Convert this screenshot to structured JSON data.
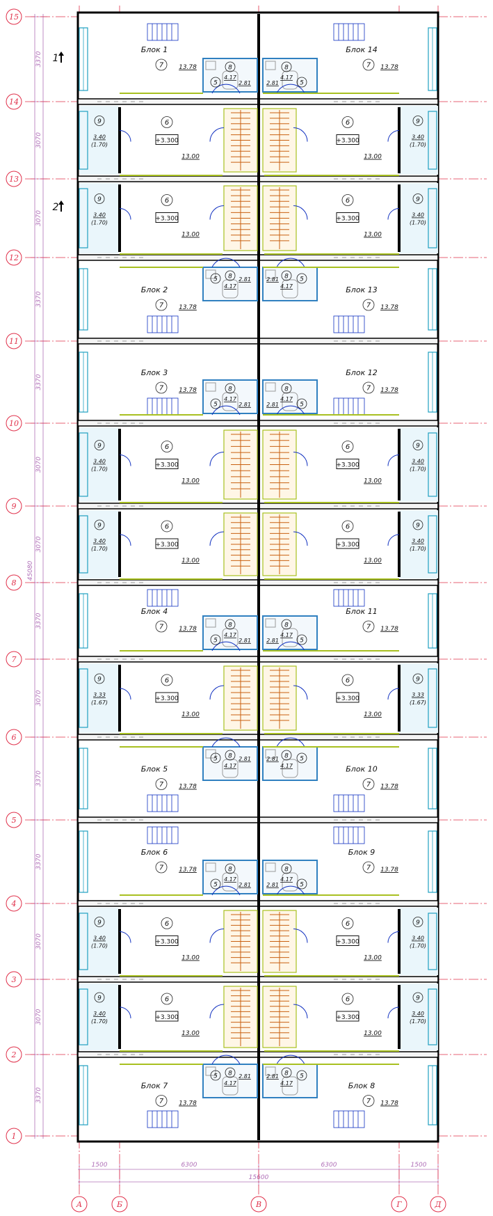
{
  "row_axes": [
    "1",
    "2",
    "3",
    "4",
    "5",
    "6",
    "7",
    "8",
    "9",
    "10",
    "11",
    "12",
    "13",
    "14",
    "15"
  ],
  "col_axes": [
    "А",
    "Б",
    "В",
    "Г",
    "Д"
  ],
  "row_dims": [
    "3370",
    "3070",
    "3070",
    "3370",
    "3370",
    "3070",
    "3370",
    "3070",
    "3070",
    "3370",
    "3370",
    "3070",
    "3070",
    "3370"
  ],
  "total_height_dim": "45080",
  "bottom_dims": [
    "1500",
    "6300",
    "6300",
    "1500"
  ],
  "total_width_dim": "15600",
  "section_marks": [
    {
      "label": "1"
    },
    {
      "label": "2"
    }
  ],
  "units": [
    {
      "row": 0,
      "side": "L",
      "type": "block",
      "name": "Блок 7",
      "room": "7",
      "area": "13.78",
      "bath": "8",
      "bath_area": "4.17",
      "hall": "5",
      "hall_area": "2.81"
    },
    {
      "row": 0,
      "side": "R",
      "type": "block",
      "name": "Блок 8",
      "room": "7",
      "area": "13.78",
      "bath": "8",
      "bath_area": "4.17",
      "hall": "5",
      "hall_area": "2.81"
    },
    {
      "row": 1,
      "side": "L",
      "type": "living",
      "room": "6",
      "level": "+3.300",
      "area": "13.00",
      "balc": "9",
      "balc_area": "3.40",
      "balc_sub": "(1.70)"
    },
    {
      "row": 1,
      "side": "R",
      "type": "living",
      "room": "6",
      "level": "+3.300",
      "area": "13.00",
      "balc": "9",
      "balc_area": "3.40",
      "balc_sub": "(1.70)"
    },
    {
      "row": 2,
      "side": "L",
      "type": "living",
      "room": "6",
      "level": "+3.300",
      "area": "13.00",
      "balc": "9",
      "balc_area": "3.40",
      "balc_sub": "(1.70)"
    },
    {
      "row": 2,
      "side": "R",
      "type": "living",
      "room": "6",
      "level": "+3.300",
      "area": "13.00",
      "balc": "9",
      "balc_area": "3.40",
      "balc_sub": "(1.70)"
    },
    {
      "row": 3,
      "side": "L",
      "type": "block",
      "name": "Блок 6",
      "room": "7",
      "area": "13.78",
      "bath": "8",
      "bath_area": "4.17",
      "hall": "5",
      "hall_area": "2.81"
    },
    {
      "row": 3,
      "side": "R",
      "type": "block",
      "name": "Блок 9",
      "room": "7",
      "area": "13.78",
      "bath": "8",
      "bath_area": "4.17",
      "hall": "5",
      "hall_area": "2.81"
    },
    {
      "row": 4,
      "side": "L",
      "type": "block",
      "name": "Блок 5",
      "room": "7",
      "area": "13.78",
      "bath": "8",
      "bath_area": "4.17",
      "hall": "5",
      "hall_area": "2.81"
    },
    {
      "row": 4,
      "side": "R",
      "type": "block",
      "name": "Блок 10",
      "room": "7",
      "area": "13.78",
      "bath": "8",
      "bath_area": "4.17",
      "hall": "5",
      "hall_area": "2.81"
    },
    {
      "row": 5,
      "side": "L",
      "type": "living",
      "room": "6",
      "level": "+3.300",
      "area": "13.00",
      "balc": "9",
      "balc_area": "3.33",
      "balc_sub": "(1.67)"
    },
    {
      "row": 5,
      "side": "R",
      "type": "living",
      "room": "6",
      "level": "+3.300",
      "area": "13.00",
      "balc": "9",
      "balc_area": "3.33",
      "balc_sub": "(1.67)"
    },
    {
      "row": 6,
      "side": "L",
      "type": "block",
      "name": "Блок 4",
      "room": "7",
      "area": "13.78",
      "bath": "8",
      "bath_area": "4.17",
      "hall": "5",
      "hall_area": "2.81"
    },
    {
      "row": 6,
      "side": "R",
      "type": "block",
      "name": "Блок 11",
      "room": "7",
      "area": "13.78",
      "bath": "8",
      "bath_area": "4.17",
      "hall": "5",
      "hall_area": "2.81"
    },
    {
      "row": 7,
      "side": "L",
      "type": "living",
      "room": "6",
      "level": "+3.300",
      "area": "13.00",
      "balc": "9",
      "balc_area": "3.40",
      "balc_sub": "(1.70)"
    },
    {
      "row": 7,
      "side": "R",
      "type": "living",
      "room": "6",
      "level": "+3.300",
      "area": "13.00",
      "balc": "9",
      "balc_area": "3.40",
      "balc_sub": "(1.70)"
    },
    {
      "row": 8,
      "side": "L",
      "type": "living",
      "room": "6",
      "level": "+3.300",
      "area": "13.00",
      "balc": "9",
      "balc_area": "3.40",
      "balc_sub": "(1.70)"
    },
    {
      "row": 8,
      "side": "R",
      "type": "living",
      "room": "6",
      "level": "+3.300",
      "area": "13.00",
      "balc": "9",
      "balc_area": "3.40",
      "balc_sub": "(1.70)"
    },
    {
      "row": 9,
      "side": "L",
      "type": "block",
      "name": "Блок 3",
      "room": "7",
      "area": "13.78",
      "bath": "8",
      "bath_area": "4.17",
      "hall": "5",
      "hall_area": "2.81"
    },
    {
      "row": 9,
      "side": "R",
      "type": "block",
      "name": "Блок 12",
      "room": "7",
      "area": "13.78",
      "bath": "8",
      "bath_area": "4.17",
      "hall": "5",
      "hall_area": "2.81"
    },
    {
      "row": 10,
      "side": "L",
      "type": "block",
      "name": "Блок 2",
      "room": "7",
      "area": "13.78",
      "bath": "8",
      "bath_area": "4.17",
      "hall": "5",
      "hall_area": "2.81"
    },
    {
      "row": 10,
      "side": "R",
      "type": "block",
      "name": "Блок 13",
      "room": "7",
      "area": "13.78",
      "bath": "8",
      "bath_area": "4.17",
      "hall": "5",
      "hall_area": "2.81"
    },
    {
      "row": 11,
      "side": "L",
      "type": "living",
      "room": "6",
      "level": "+3.300",
      "area": "13.00",
      "balc": "9",
      "balc_area": "3.40",
      "balc_sub": "(1.70)"
    },
    {
      "row": 11,
      "side": "R",
      "type": "living",
      "room": "6",
      "level": "+3.300",
      "area": "13.00",
      "balc": "9",
      "balc_area": "3.40",
      "balc_sub": "(1.70)"
    },
    {
      "row": 12,
      "side": "L",
      "type": "living",
      "room": "6",
      "level": "+3.300",
      "area": "13.00",
      "balc": "9",
      "balc_area": "3.40",
      "balc_sub": "(1.70)"
    },
    {
      "row": 12,
      "side": "R",
      "type": "living",
      "room": "6",
      "level": "+3.300",
      "area": "13.00",
      "balc": "9",
      "balc_area": "3.40",
      "balc_sub": "(1.70)"
    },
    {
      "row": 13,
      "side": "L",
      "type": "block",
      "name": "Блок 1",
      "room": "7",
      "area": "13.78",
      "bath": "8",
      "bath_area": "4.17",
      "hall": "5",
      "hall_area": "2.81"
    },
    {
      "row": 13,
      "side": "R",
      "type": "block",
      "name": "Блок 14",
      "room": "7",
      "area": "13.78",
      "bath": "8",
      "bath_area": "4.17",
      "hall": "5",
      "hall_area": "2.81"
    }
  ],
  "colors": {
    "axis_line": "#e0304a",
    "dim_line": "#b070b8",
    "wall": "#000000",
    "window": "#20a0c0",
    "door": "#1030c0",
    "stair": "#c86010",
    "wet": "#3080c0",
    "green": "#a8c020",
    "grey": "#9a9a9a"
  }
}
